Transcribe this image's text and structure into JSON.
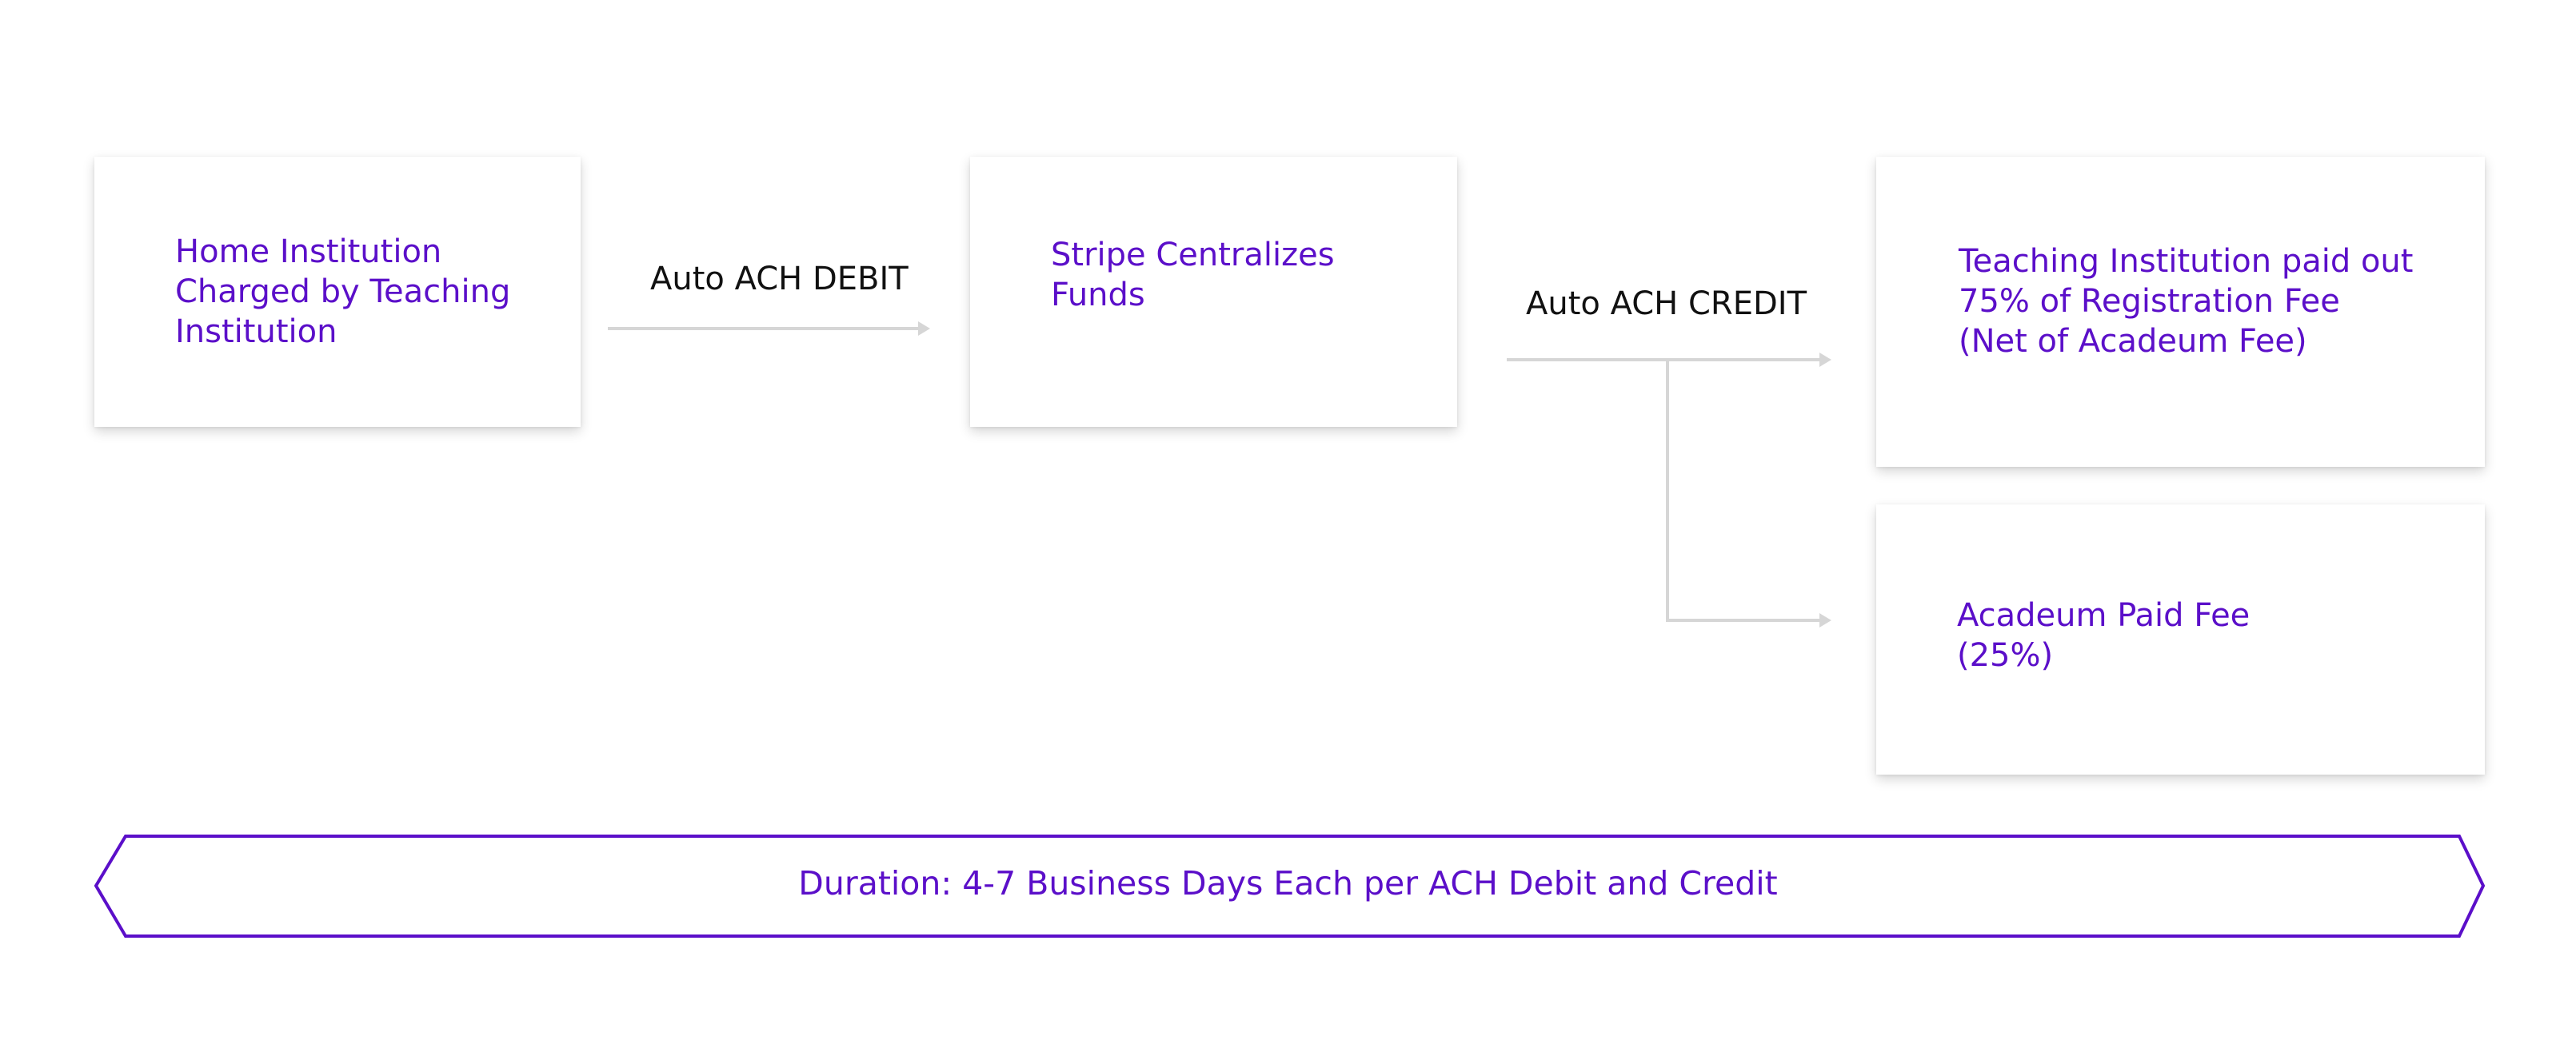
{
  "nodes": {
    "home_institution": "Home Institution\nCharged by Teaching\nInstitution",
    "stripe": "Stripe Centralizes\nFunds",
    "teaching_institution": "Teaching Institution paid out\n75% of Registration Fee\n(Net of Acadeum Fee)",
    "acadeum_fee": "Acadeum Paid Fee\n(25%)"
  },
  "edges": {
    "debit_label": "Auto ACH DEBIT",
    "credit_label": "Auto ACH CREDIT"
  },
  "banner": {
    "text": "Duration: 4-7 Business Days Each per ACH Debit and Credit"
  },
  "colors": {
    "accent": "#5b0fc9",
    "connector": "#d6d6d6",
    "label": "#111111"
  }
}
